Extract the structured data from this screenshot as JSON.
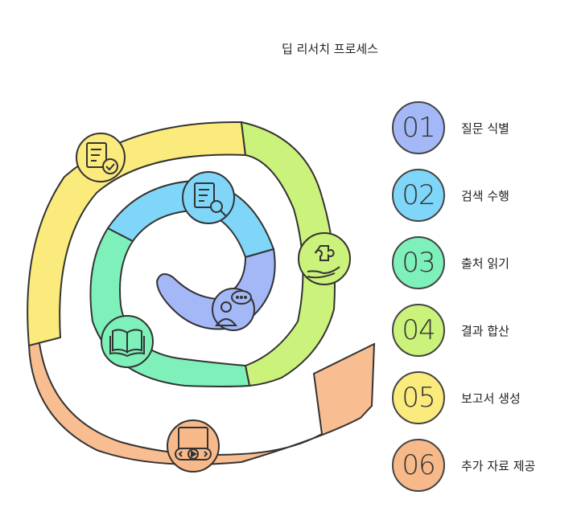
{
  "title": "딥 리서치 프로세스",
  "steps": [
    {
      "number": "01",
      "label": "질문 식별",
      "color": "#a4b8f8"
    },
    {
      "number": "02",
      "label": "검색 수행",
      "color": "#7fd6f8"
    },
    {
      "number": "03",
      "label": "출처 읽기",
      "color": "#7ef0b9"
    },
    {
      "number": "04",
      "label": "결과 합산",
      "color": "#cbf27a"
    },
    {
      "number": "05",
      "label": "보고서 생성",
      "color": "#fbea7c"
    },
    {
      "number": "06",
      "label": "추가 자료 제공",
      "color": "#f8b98a"
    }
  ],
  "icons": [
    "question-person-icon",
    "document-search-icon",
    "open-book-icon",
    "puzzle-hand-icon",
    "document-check-icon",
    "video-play-icon"
  ]
}
